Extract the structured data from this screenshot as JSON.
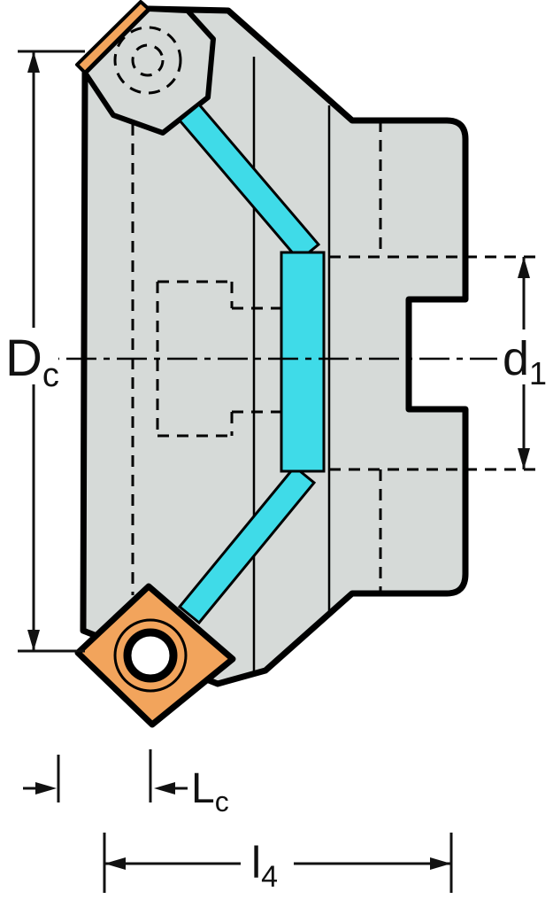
{
  "meta": {
    "description": "Technical side-view drawing of a face milling cutter body with indexable inserts, highlighted internal coolant channels and dimension annotations"
  },
  "colors": {
    "background": "#ffffff",
    "body": "#d6dad8",
    "coolant": "#3fdbe8",
    "insert": "#f2a45c",
    "hole": "#ffffff",
    "outline": "#000000"
  },
  "labels": {
    "dc": {
      "base": "D",
      "sub": "c"
    },
    "d1": {
      "base": "d",
      "sub": "1"
    },
    "lc": {
      "base": "L",
      "sub": "c"
    },
    "l4": {
      "base": "l",
      "sub": "4"
    }
  }
}
